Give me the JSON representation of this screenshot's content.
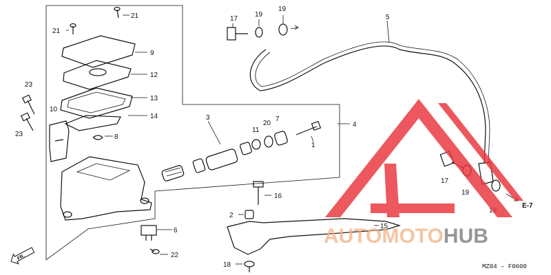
{
  "diagram": {
    "callouts": [
      "1",
      "2",
      "3",
      "4",
      "5",
      "6",
      "7",
      "8",
      "9",
      "10",
      "11",
      "12",
      "13",
      "14",
      "15",
      "16",
      "17",
      "18",
      "19",
      "20",
      "21",
      "22",
      "23"
    ],
    "reference_marker": "E-7",
    "direction_marker": "FR.",
    "drawing_code": "MZ04 – F0600"
  },
  "watermark": {
    "text_part1": "AUTO",
    "text_part2": "MOTO",
    "text_part3": "HUB",
    "colors": {
      "triangle": "#e8343a",
      "auto": "#f2b184",
      "hub": "#7d7d7d"
    }
  }
}
